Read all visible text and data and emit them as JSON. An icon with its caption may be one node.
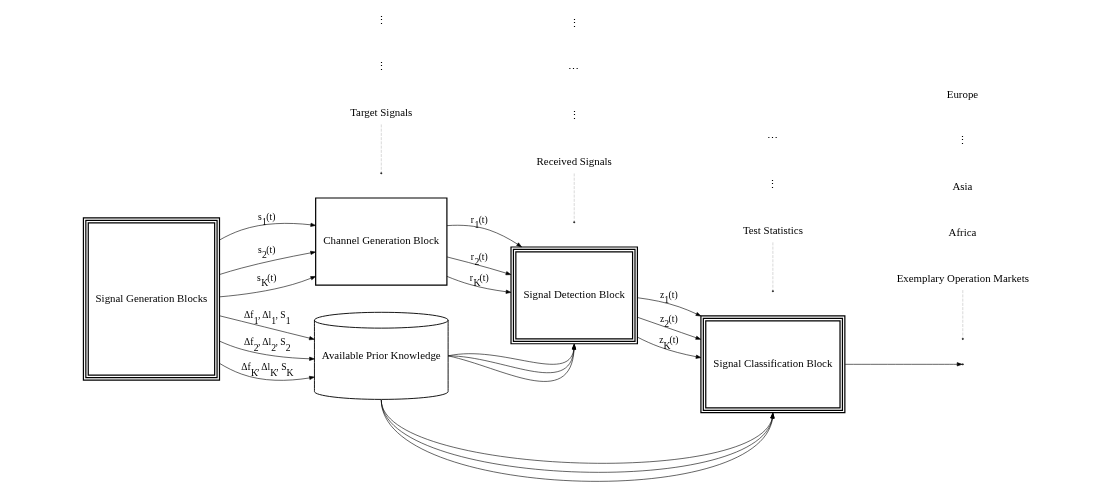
{
  "diagram": {
    "nodes": [
      {
        "text": [
          "Signal Generation Blocks"
        ]
      },
      {
        "text": [
          "Channel Generation Block"
        ]
      },
      {
        "text": [
          "Signal Detection Block"
        ]
      },
      {
        "text": [
          "Signal Classification Block"
        ]
      },
      {
        "text": [
          "Available Prior Knowledge"
        ]
      },
      {
        "text": [
          "Target Signals"
        ]
      },
      {
        "text": [
          "Received Signals"
        ]
      },
      {
        "text": [
          "Test Statistics"
        ]
      },
      {
        "text": [
          "Exemplary Operation Markets"
        ]
      }
    ],
    "edges": [
      {
        "from": 0,
        "to": 1,
        "arrow": "to",
        "label": "s$_{1}$(t)"
      },
      {
        "from": 0,
        "to": 1,
        "arrow": "to",
        "label": "s$_{2}$(t)"
      },
      {
        "from": 0,
        "to": 1,
        "arrow": "to",
        "label": "s$_{K}$(t)"
      },
      {
        "from": 1,
        "to": 2,
        "arrow": "to",
        "label": "r$_{1}$(t)"
      },
      {
        "from": 1,
        "to": 2,
        "arrow": "to",
        "label": "r$_{2}$(t)"
      },
      {
        "from": 1,
        "to": 2,
        "arrow": "to",
        "label": "r$_{K}$(t)"
      },
      {
        "from": 2,
        "to": 3,
        "arrow": "to",
        "label": "z$_{1}$(t)"
      },
      {
        "from": 2,
        "to": 3,
        "arrow": "to",
        "label": "z$_{2}$(t)"
      },
      {
        "from": 2,
        "to": 3,
        "arrow": "to",
        "label": "z$_{K}$(t)"
      },
      {
        "from": 0,
        "to": 4,
        "arrow": "to",
        "label": "Δf$_{1}$, Δl$_{1}$, S$_{1}$"
      },
      {
        "from": 0,
        "to": 4,
        "arrow": "to",
        "label": "Δf$_{2}$, Δl$_{2}$, S$_{2}$"
      },
      {
        "from": 0,
        "to": 4,
        "arrow": "to",
        "label": "Δf$_{K}$, Δl$_{K}$, S$_{K}$"
      },
      {
        "from": 4,
        "to": 2,
        "arrow": "to"
      },
      {
        "from": 4,
        "to": 2,
        "arrow": "to"
      },
      {
        "from": 4,
        "to": 2,
        "arrow": "to"
      },
      {
        "from": 4,
        "to": 3,
        "arrow": "to"
      },
      {
        "from": 4,
        "to": 3,
        "arrow": "to"
      },
      {
        "from": 4,
        "to": 3,
        "arrow": "to"
      },
      {
        "from": 3,
        "to": null,
        "arrow": "to"
      },
      {
        "from": 5,
        "to": null,
        "arrow": "none",
        "style": "dashed",
        "color": "#c0c0c0"
      },
      {
        "from": 6,
        "to": null,
        "arrow": "none",
        "style": "dashed",
        "color": "#c0c0c0"
      },
      {
        "from": 7,
        "to": null,
        "arrow": "none",
        "style": "dashed",
        "color": "#c0c0c0"
      },
      {
        "from": 8,
        "to": null,
        "arrow": "none",
        "style": "dashed",
        "color": "#c0c0c0"
      }
    ],
    "labels": [
      "⋮",
      "⋮",
      "⋮",
      "Africa",
      "Asia",
      "⋮",
      "Europe",
      "⋯",
      "⋯",
      "⋮",
      "⋮"
    ]
  }
}
